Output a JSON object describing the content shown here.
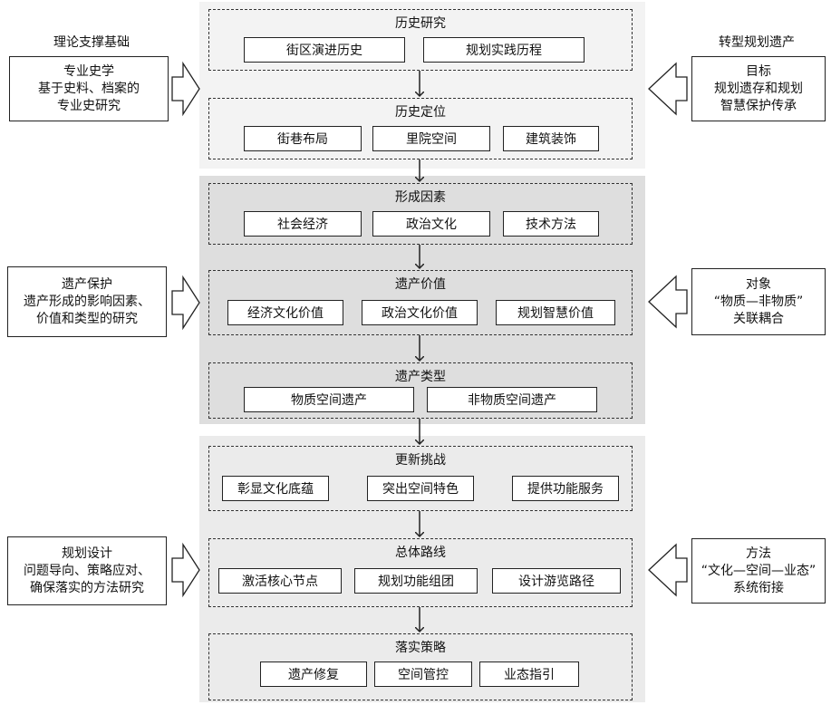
{
  "left_header": "理论支撑基础",
  "right_header": "转型规划遗产",
  "groups": [
    {
      "sections": [
        {
          "title": "历史研究",
          "items": [
            "街区演进历史",
            "规划实践历程"
          ]
        },
        {
          "title": "历史定位",
          "items": [
            "街巷布局",
            "里院空间",
            "建筑装饰"
          ]
        }
      ],
      "left_box": [
        "专业史学",
        "基于史料、档案的",
        "专业史研究"
      ],
      "right_box": [
        "目标",
        "规划遗存和规划",
        "智慧保护传承"
      ]
    },
    {
      "sections": [
        {
          "title": "形成因素",
          "items": [
            "社会经济",
            "政治文化",
            "技术方法"
          ]
        },
        {
          "title": "遗产价值",
          "items": [
            "经济文化价值",
            "政治文化价值",
            "规划智慧价值"
          ]
        },
        {
          "title": "遗产类型",
          "items": [
            "物质空间遗产",
            "非物质空间遗产"
          ]
        }
      ],
      "left_box": [
        "遗产保护",
        "遗产形成的影响因素、",
        "价值和类型的研究"
      ],
      "right_box": [
        "对象",
        "“物质—非物质”",
        "关联耦合"
      ]
    },
    {
      "sections": [
        {
          "title": "更新挑战",
          "items": [
            "彰显文化底蕴",
            "突出空间特色",
            "提供功能服务"
          ]
        },
        {
          "title": "总体路线",
          "items": [
            "激活核心节点",
            "规划功能组团",
            "设计游览路径"
          ]
        },
        {
          "title": "落实策略",
          "items": [
            "遗产修复",
            "空间管控",
            "业态指引"
          ]
        }
      ],
      "left_box": [
        "规划设计",
        "问题导向、策略应对、",
        "确保落实的方法研究"
      ],
      "right_box": [
        "方法",
        "“文化—空间—业态”",
        "系统衔接"
      ]
    }
  ],
  "colors": {
    "panel_1": "#f3f3f3",
    "panel_2": "#dedede",
    "panel_3": "#ebebeb",
    "line": "#222222"
  }
}
